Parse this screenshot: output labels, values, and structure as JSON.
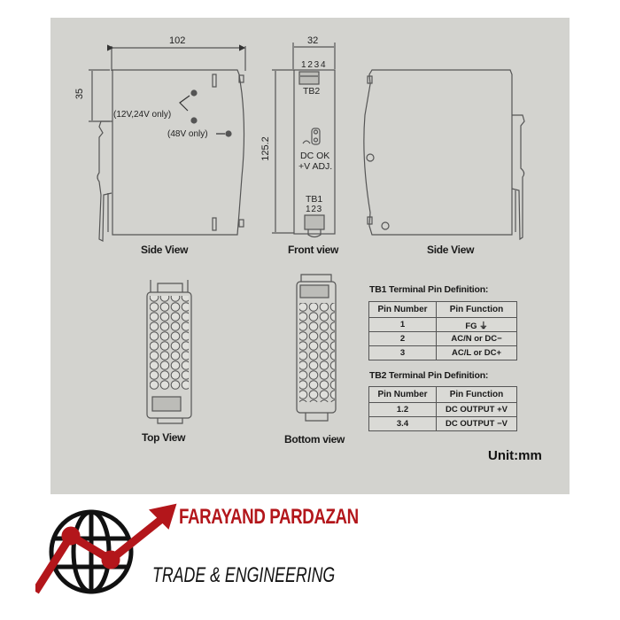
{
  "diagram": {
    "unit_label": "Unit:mm",
    "views": {
      "side_view_left": {
        "label": "Side View",
        "dim_width": "102",
        "dim_rail": "35",
        "note_12_24": "(12V,24V only)",
        "note_48": "(48V only)"
      },
      "front_view": {
        "label": "Front view",
        "dim_width": "32",
        "dim_height": "125.2",
        "tb2_pins": "1 2 3 4",
        "tb2_label": "TB2",
        "led_label": "DC OK",
        "adj_label": "+V ADJ.",
        "tb1_label": "TB1",
        "tb1_pins": "1 2 3"
      },
      "side_view_right": {
        "label": "Side View"
      },
      "top_view": {
        "label": "Top View"
      },
      "bottom_view": {
        "label": "Bottom view"
      }
    },
    "tb1_table": {
      "title": "TB1 Terminal Pin Definition:",
      "headers": [
        "Pin Number",
        "Pin Function"
      ],
      "rows": [
        {
          "pin": "1",
          "function": "FG ⏚"
        },
        {
          "pin": "2",
          "function": "AC/N or DC−"
        },
        {
          "pin": "3",
          "function": "AC/L or DC+"
        }
      ]
    },
    "tb2_table": {
      "title": "TB2 Terminal Pin Definition:",
      "headers": [
        "Pin Number",
        "Pin Function"
      ],
      "rows": [
        {
          "pin": "1.2",
          "function": "DC OUTPUT +V"
        },
        {
          "pin": "3.4",
          "function": "DC OUTPUT −V"
        }
      ]
    }
  },
  "logo": {
    "company_name": "FARAYAND PARDAZAN",
    "tagline": "TRADE & ENGINEERING",
    "icon": "globe-with-rising-arrow-icon",
    "colors": {
      "brand_red": "#b3161b",
      "brand_black": "#111111"
    }
  },
  "colors": {
    "panel_bg": "#d3d3cf",
    "line": "#555555",
    "page_bg": "#ffffff"
  }
}
